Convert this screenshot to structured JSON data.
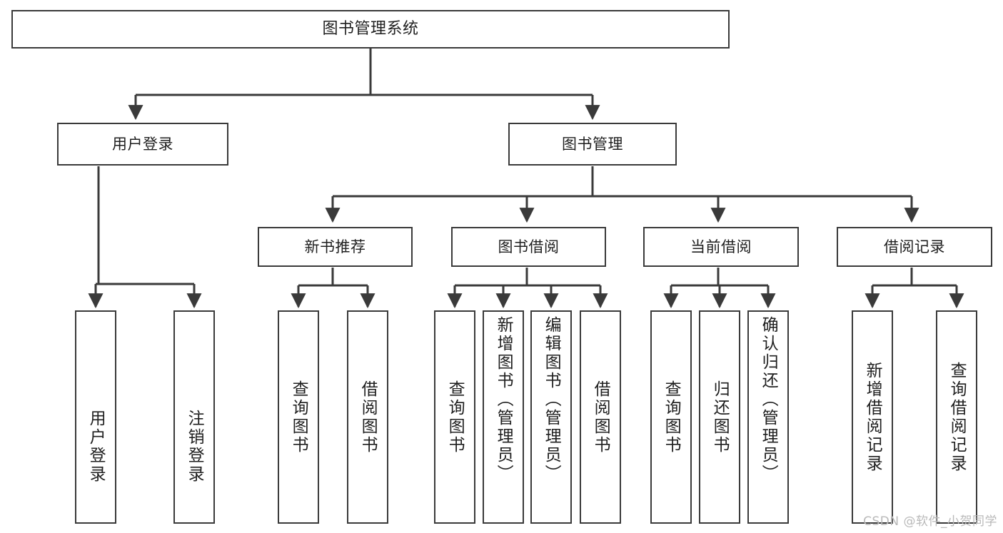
{
  "diagram": {
    "title": "图书管理系统",
    "type": "tree-hierarchy",
    "watermark": "CSDN @软件_小贺同学",
    "line_color": "#3a3a3a",
    "box_fill": "#ffffff",
    "text_color": "#1f1f1f"
  },
  "nodes": {
    "root": {
      "label": "图书管理系统"
    },
    "level2": [
      {
        "id": "user-login",
        "label": "用户登录"
      },
      {
        "id": "book-manage",
        "label": "图书管理"
      }
    ],
    "level3": [
      {
        "id": "new-book-recommend",
        "label": "新书推荐"
      },
      {
        "id": "book-borrow",
        "label": "图书借阅"
      },
      {
        "id": "current-borrow",
        "label": "当前借阅"
      },
      {
        "id": "borrow-record",
        "label": "借阅记录"
      }
    ],
    "leaves": {
      "user_login": [
        {
          "id": "leaf-user-login",
          "label": "用户登录"
        },
        {
          "id": "leaf-logout-login",
          "label": "注销登录"
        }
      ],
      "new_book_recommend": [
        {
          "id": "leaf-query-book-1",
          "label": "查询图书"
        },
        {
          "id": "leaf-borrow-book-1",
          "label": "借阅图书"
        }
      ],
      "book_borrow": [
        {
          "id": "leaf-query-book-2",
          "label": "查询图书"
        },
        {
          "id": "leaf-add-book",
          "label": "新增图书（管理员）"
        },
        {
          "id": "leaf-edit-book",
          "label": "编辑图书（管理员）"
        },
        {
          "id": "leaf-borrow-book-2",
          "label": "借阅图书"
        }
      ],
      "current_borrow": [
        {
          "id": "leaf-query-book-3",
          "label": "查询图书"
        },
        {
          "id": "leaf-return-book",
          "label": "归还图书"
        },
        {
          "id": "leaf-confirm-return",
          "label": "确认归还（管理员）"
        }
      ],
      "borrow_record": [
        {
          "id": "leaf-add-record",
          "label": "新增借阅记录"
        },
        {
          "id": "leaf-query-record",
          "label": "查询借阅记录"
        }
      ]
    }
  }
}
